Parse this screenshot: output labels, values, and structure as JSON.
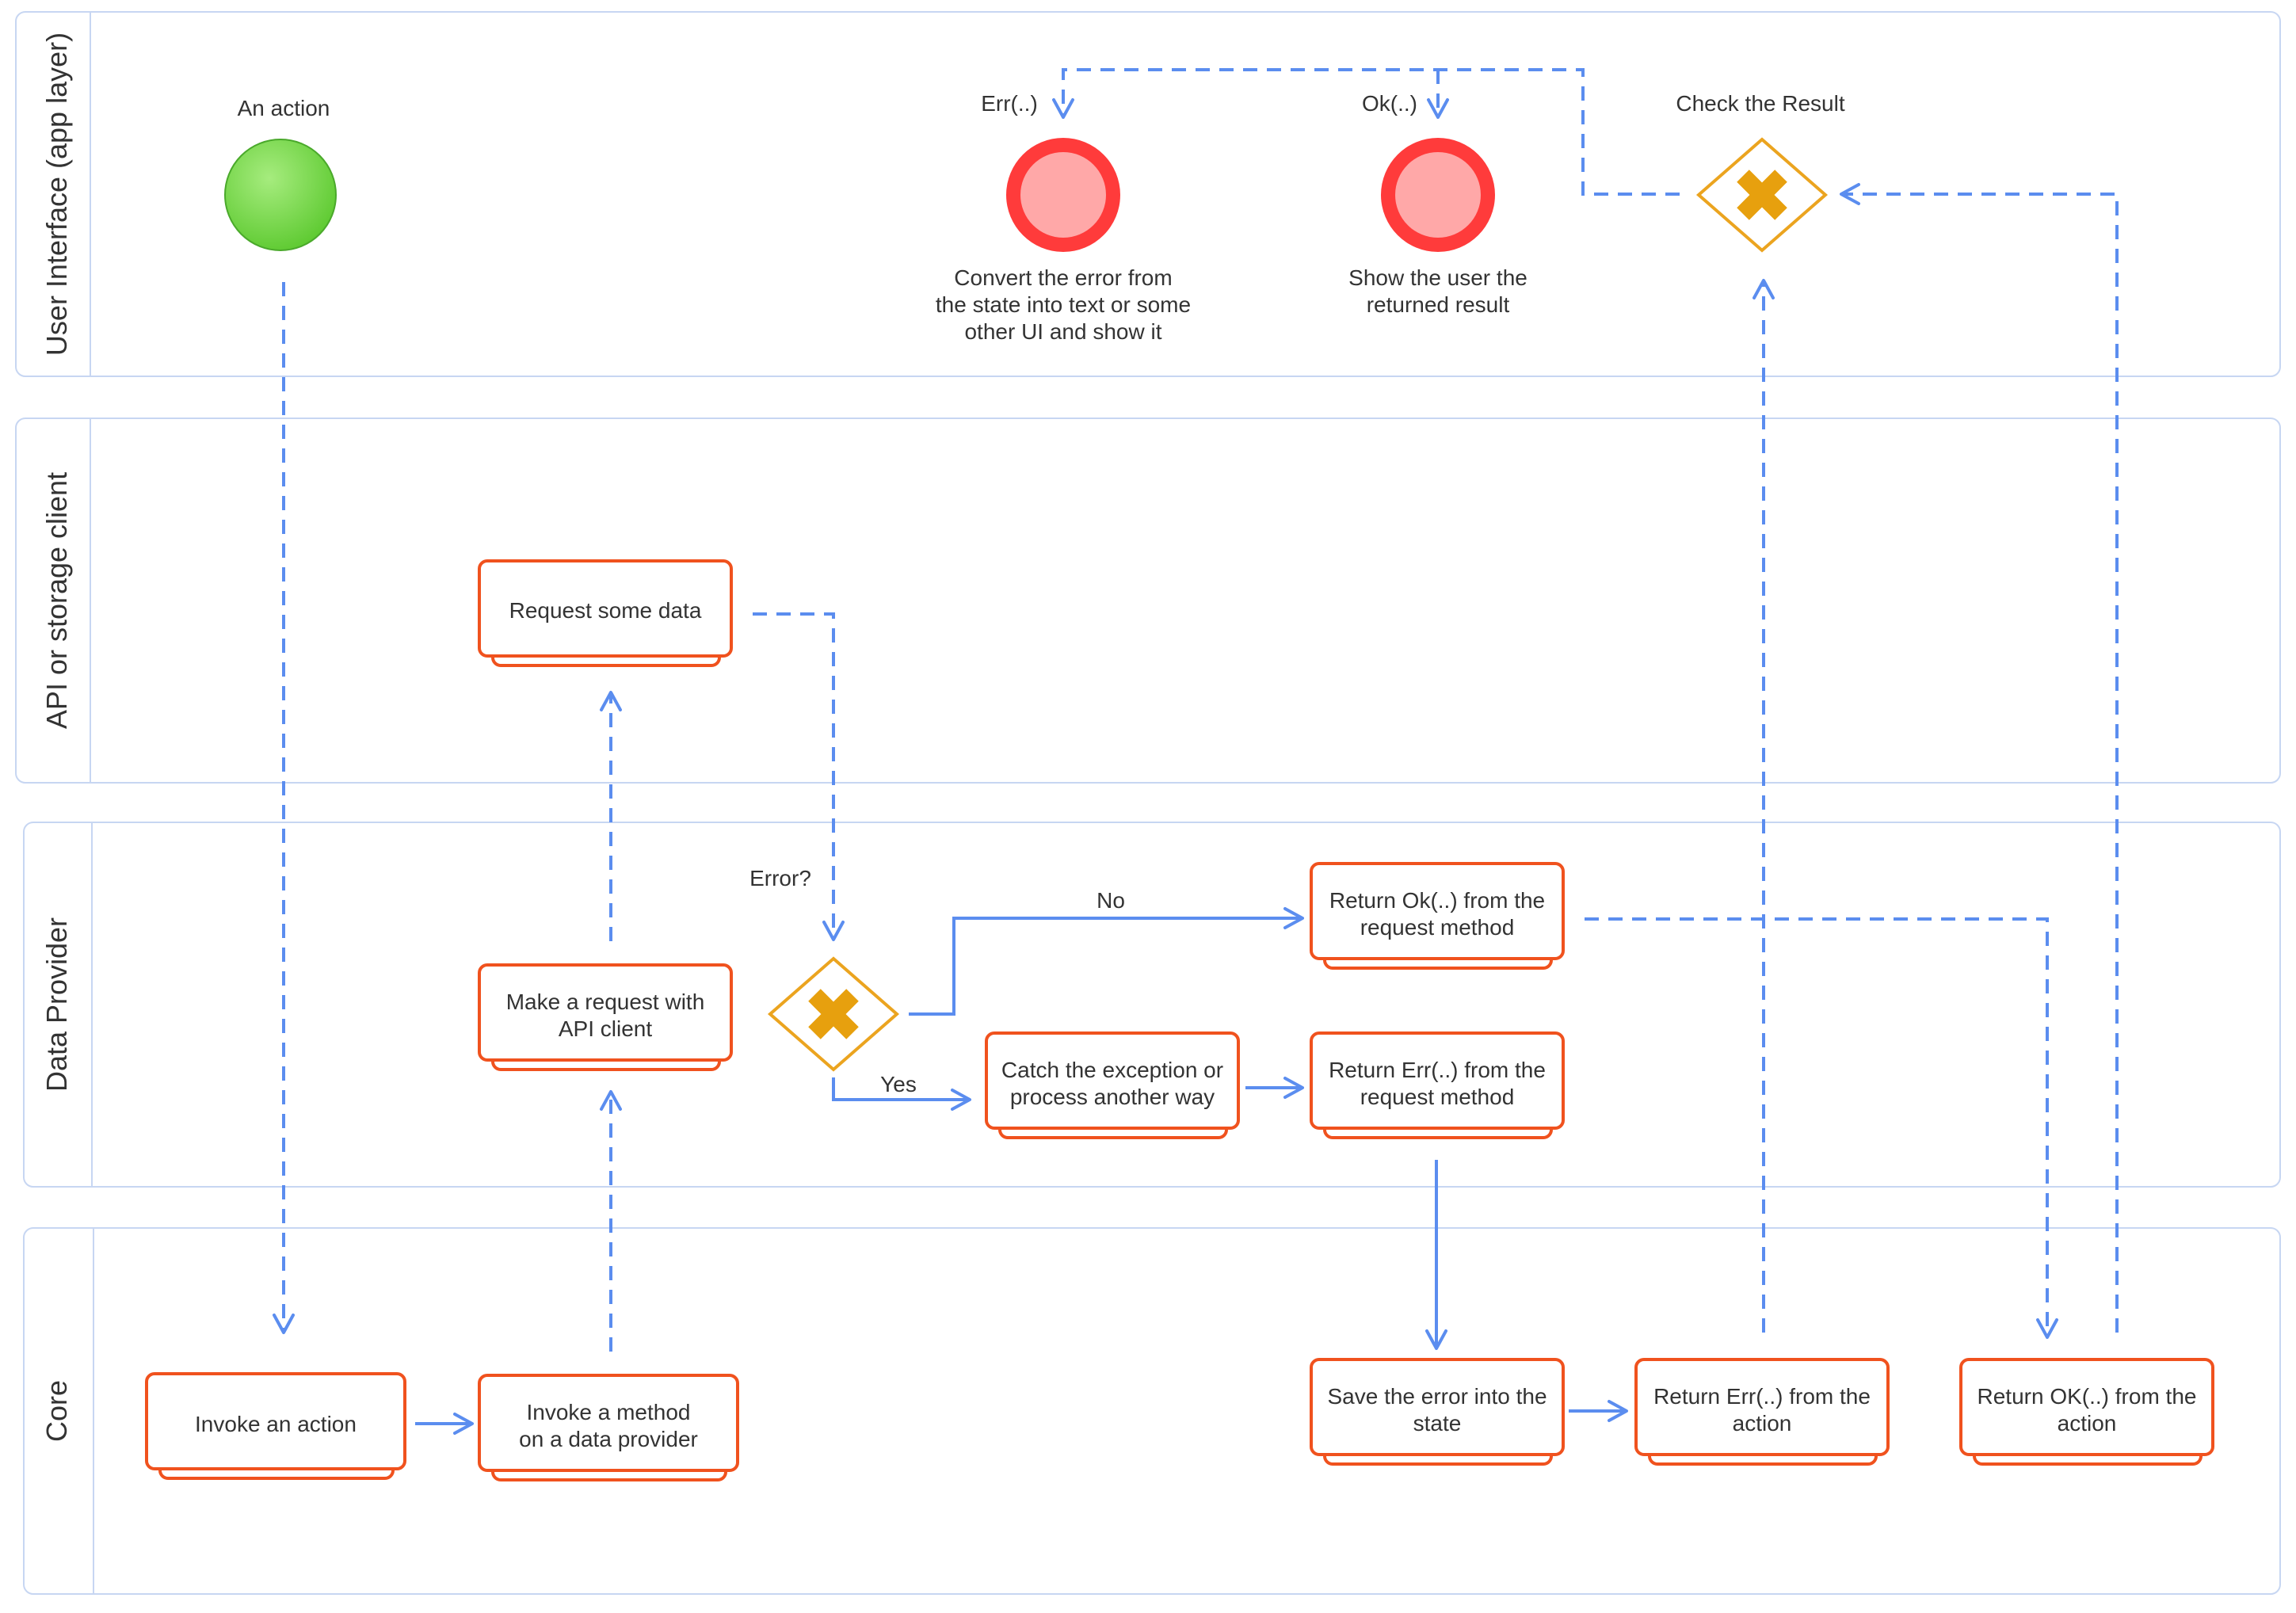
{
  "lanes": [
    {
      "id": "ui",
      "title": "User Interface (app layer)"
    },
    {
      "id": "api",
      "title": "API or storage client"
    },
    {
      "id": "provider",
      "title": "Data Provider"
    },
    {
      "id": "core",
      "title": "Core"
    }
  ],
  "events": {
    "start": {
      "label": "An action"
    },
    "end_err": {
      "caption": "Err(..)",
      "lines": [
        "Convert the error from",
        "the state into text or some",
        "other UI and show it"
      ]
    },
    "end_ok": {
      "caption": "Ok(..)",
      "lines": [
        "Show the user the",
        "returned result"
      ]
    }
  },
  "gateways": {
    "check_result": {
      "label": "Check the Result"
    },
    "error_check": {
      "label": "Error?"
    }
  },
  "tasks": {
    "request_data": [
      "Request some data"
    ],
    "make_request": [
      "Make a request with",
      "API client"
    ],
    "return_ok_request": [
      "Return Ok(..) from the",
      "request method"
    ],
    "catch_exception": [
      "Catch the exception or",
      "process another way"
    ],
    "return_err_request": [
      "Return Err(..) from the",
      "request method"
    ],
    "invoke_action": [
      "Invoke an action"
    ],
    "invoke_method": [
      "Invoke a method",
      "on a data provider"
    ],
    "save_error": [
      "Save the error into the",
      "state"
    ],
    "return_err_action": [
      "Return Err(..) from the",
      "action"
    ],
    "return_ok_action": [
      "Return OK(..) from the",
      "action"
    ]
  },
  "flow_labels": {
    "no": "No",
    "yes": "Yes"
  },
  "colors": {
    "lane_border": "#c7d6f2",
    "task_border": "#f0521e",
    "flow": "#5b8def",
    "gateway_border": "#eba41f",
    "gateway_mark": "#e7a00e",
    "end_outer": "#ff3b3b",
    "end_inner": "#ffa8a8",
    "start_fill": "#7ed957"
  }
}
